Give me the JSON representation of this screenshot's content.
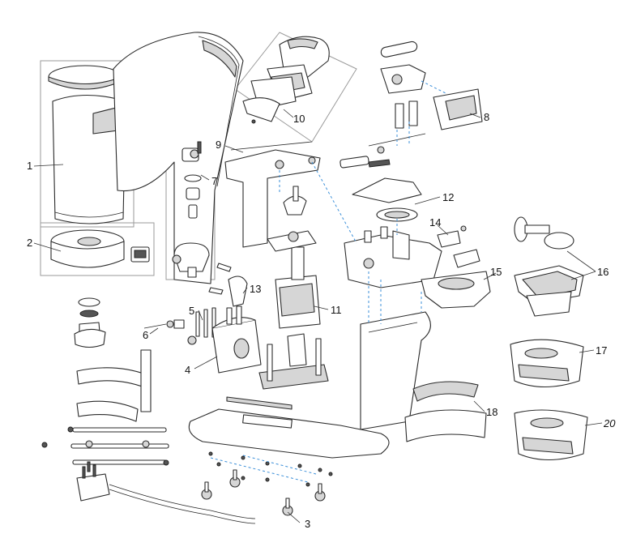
{
  "callouts": [
    {
      "id": "c1",
      "text": "1"
    },
    {
      "id": "c2",
      "text": "2"
    },
    {
      "id": "c3",
      "text": "3"
    },
    {
      "id": "c4",
      "text": "4"
    },
    {
      "id": "c5",
      "text": "5"
    },
    {
      "id": "c6",
      "text": "6"
    },
    {
      "id": "c7",
      "text": "7"
    },
    {
      "id": "c8",
      "text": "8"
    },
    {
      "id": "c9",
      "text": "9"
    },
    {
      "id": "c10",
      "text": "10"
    },
    {
      "id": "c11",
      "text": "11"
    },
    {
      "id": "c12",
      "text": "12"
    },
    {
      "id": "c13",
      "text": "13"
    },
    {
      "id": "c14",
      "text": "14"
    },
    {
      "id": "c15",
      "text": "15"
    },
    {
      "id": "c16",
      "text": "16"
    },
    {
      "id": "c17",
      "text": "17"
    },
    {
      "id": "c18",
      "text": "18"
    },
    {
      "id": "c20",
      "text": "20"
    }
  ],
  "colors": {
    "line": "#2a2a2a",
    "shade": "#d6d6d6",
    "assembly_dash": "#3b8fd9",
    "group_box": "#9a9a9a"
  }
}
